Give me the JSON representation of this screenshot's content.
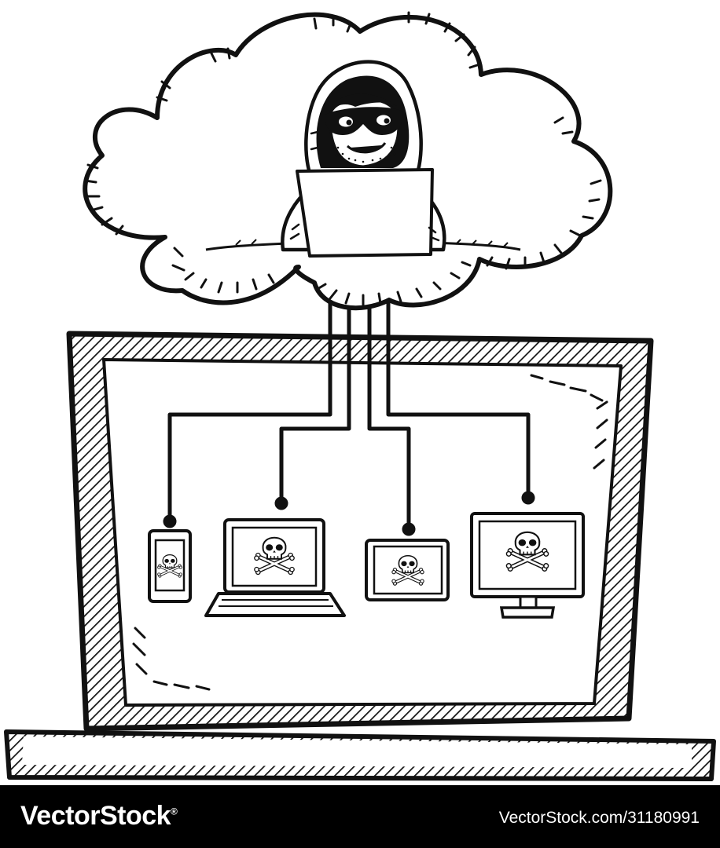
{
  "illustration": {
    "subject": "hacker-in-cloud-attacking-devices",
    "colors": {
      "ink": "#111111",
      "paper": "#ffffff",
      "footer_bg": "#000000",
      "footer_text": "#ffffff"
    },
    "icons": [
      "cloud-icon",
      "hacker-icon",
      "laptop-icon",
      "smartphone-icon",
      "tablet-icon",
      "monitor-icon",
      "skull-crossbones-icon"
    ]
  },
  "footer": {
    "brand": "VectorStock",
    "brand_mark": "®",
    "image_id": "VectorStock.com/31180991"
  }
}
